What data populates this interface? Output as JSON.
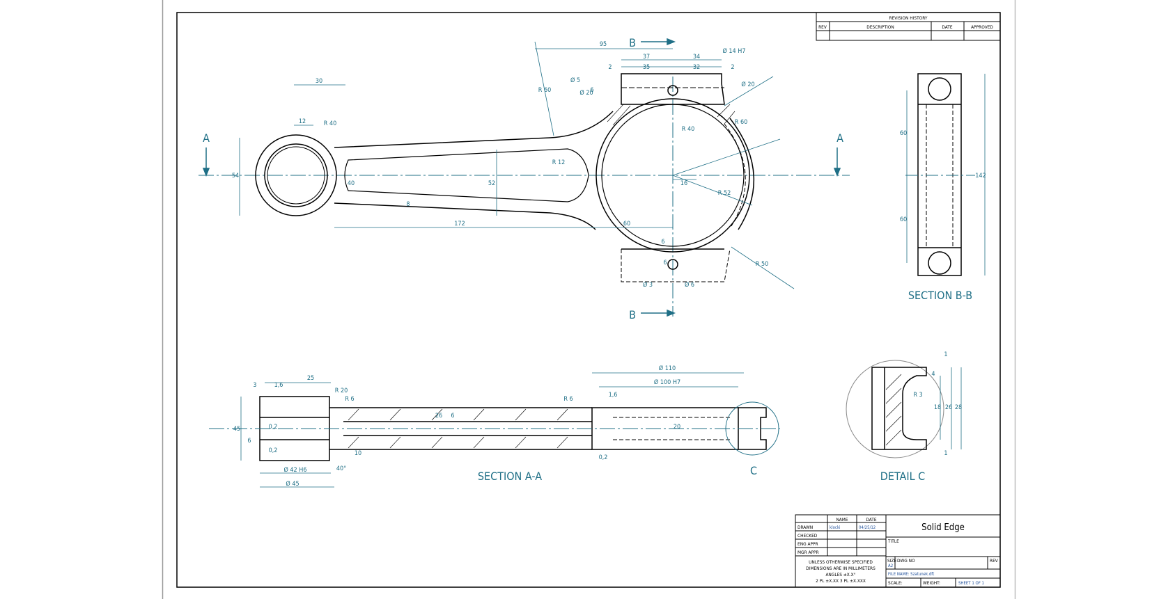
{
  "revision_block": {
    "title": "REVISION HISTORY",
    "headers": [
      "REV",
      "DESCRIPTION",
      "DATE",
      "APPROVED"
    ]
  },
  "views": {
    "top": {
      "section_a_markers": [
        "A",
        "A"
      ],
      "section_b_markers": [
        "B",
        "B"
      ],
      "dimensions": [
        "95",
        "37",
        "34",
        "2",
        "35",
        "32",
        "2",
        "30",
        "12",
        "R 40",
        "R 60",
        "Ø 14 H7",
        "Ø 5",
        "Ø 20",
        "Ø 20",
        "6",
        "54",
        "R 40",
        "R 60",
        "40",
        "52",
        "8",
        "R 12",
        "16",
        "R 52",
        "172",
        "60",
        "R 50",
        "6",
        "Ø 3",
        "Ø 6",
        "6"
      ]
    },
    "section_aa": {
      "label": "SECTION A-A",
      "detail_marker": "C",
      "dimensions": [
        "3",
        "1,6",
        "25",
        "R 20",
        "R 6",
        "R 6",
        "Ø 110",
        "Ø 100 H7",
        "1,6",
        "26",
        "6",
        "20",
        "45",
        "0,2",
        "0,2",
        "Ø 42 H6",
        "Ø 45",
        "10",
        "40°",
        "0,2",
        "6"
      ]
    },
    "section_bb": {
      "label": "SECTION B-B",
      "dimensions": [
        "60",
        "60",
        "142"
      ]
    },
    "detail_c": {
      "label": "DETAIL C",
      "dimensions": [
        "1",
        "4",
        "R 3",
        "18",
        "26",
        "28",
        "1"
      ]
    }
  },
  "title_block": {
    "col_name": "NAME",
    "col_date": "DATE",
    "rows": [
      "DRAWN",
      "CHECKED",
      "ENG APPR",
      "MGR APPR"
    ],
    "drawn_name": "klocki",
    "drawn_date": "04/25/12",
    "note_lines": [
      "UNLESS OTHERWISE SPECIFIED",
      "DIMENSIONS ARE IN MILLIMETERS",
      "ANGLES ±X.X°",
      "2 PL ±X.XX 3 PL ±X.XXX"
    ],
    "app": "Solid Edge",
    "title_label": "TITLE",
    "size_label": "SIZE",
    "size_value": "A2",
    "dwg_label": "DWG NO",
    "rev_label": "REV",
    "file_name": "FILE NAME: Szatunek.dft",
    "scale_label": "SCALE:",
    "weight_label": "WEIGHT:",
    "sheet_label": "SHEET 1 OF 1"
  }
}
